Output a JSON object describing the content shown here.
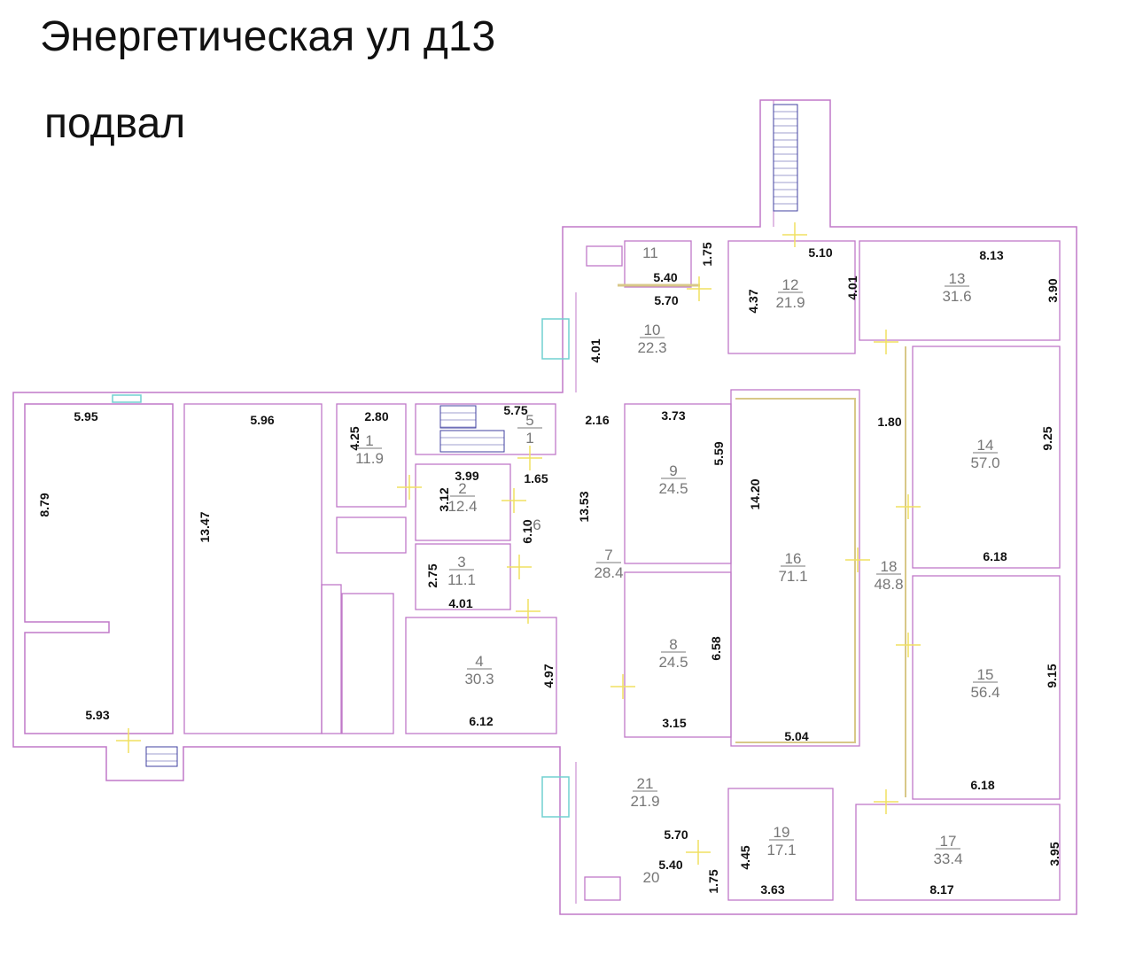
{
  "header": {
    "title": "Энергетическая ул д13",
    "subtitle": "подвал"
  },
  "colors": {
    "wall": "#c078c8",
    "partition": "#d8c888",
    "door": "#f0e060",
    "window": "#70d0d0",
    "stair": "#4040a0"
  },
  "rooms": [
    {
      "num": "1",
      "area": "11.9"
    },
    {
      "num": "2",
      "area": "12.4"
    },
    {
      "num": "3",
      "area": "11.1"
    },
    {
      "num": "4",
      "area": "30.3"
    },
    {
      "num": "5",
      "area": "1"
    },
    {
      "num": "6",
      "area": ""
    },
    {
      "num": "7",
      "area": "28.4"
    },
    {
      "num": "8",
      "area": "24.5"
    },
    {
      "num": "9",
      "area": "24.5"
    },
    {
      "num": "10",
      "area": "22.3"
    },
    {
      "num": "11",
      "area": ""
    },
    {
      "num": "12",
      "area": "21.9"
    },
    {
      "num": "13",
      "area": "31.6"
    },
    {
      "num": "14",
      "area": "57.0"
    },
    {
      "num": "15",
      "area": "56.4"
    },
    {
      "num": "16",
      "area": "71.1"
    },
    {
      "num": "17",
      "area": "33.4"
    },
    {
      "num": "18",
      "area": "48.8"
    },
    {
      "num": "19",
      "area": "17.1"
    },
    {
      "num": "20",
      "area": ""
    },
    {
      "num": "21",
      "area": "21.9"
    }
  ],
  "dimensions": [
    "5.10",
    "8.13",
    "5.40",
    "1.75",
    "5.70",
    "4.37",
    "4.01",
    "3.90",
    "4.01",
    "5.95",
    "5.96",
    "2.80",
    "5.75",
    "2.16",
    "3.73",
    "1.80",
    "4.25",
    "5.59",
    "9.25",
    "3.99",
    "1.65",
    "3.12",
    "13.53",
    "14.20",
    "8.79",
    "13.47",
    "6.10",
    "6.18",
    "2.75",
    "4.01",
    "6.58",
    "4.97",
    "9.15",
    "6.12",
    "5.93",
    "3.15",
    "5.04",
    "6.18",
    "5.70",
    "5.40",
    "4.45",
    "3.95",
    "1.75",
    "3.63",
    "8.17"
  ]
}
